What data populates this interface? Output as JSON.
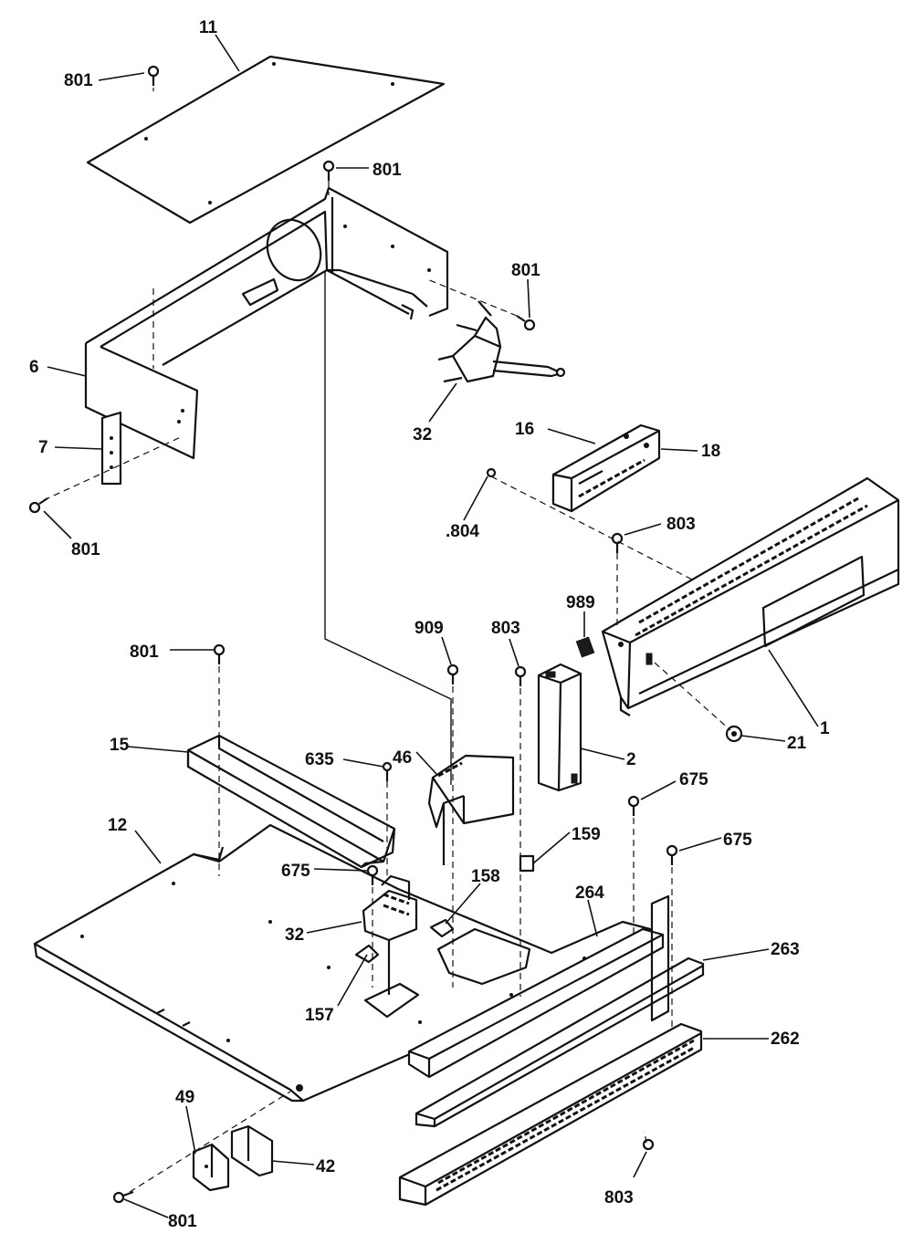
{
  "labels": {
    "c_801_a": "801",
    "c_11": "11",
    "c_801_b": "801",
    "c_801_c": "801",
    "c_6": "6",
    "c_32_a": "32",
    "c_7": "7",
    "c_16": "16",
    "c_18": "18",
    "c_801_d": "801",
    "c_804": ".804",
    "c_803_a": "803",
    "c_909": "909",
    "c_803_b": "803",
    "c_989": "989",
    "c_801_e": "801",
    "c_1": "1",
    "c_21": "21",
    "c_15": "15",
    "c_635": "635",
    "c_46": "46",
    "c_2": "2",
    "c_675_a": "675",
    "c_12": "12",
    "c_159": "159",
    "c_675_b": "675",
    "c_675_c": "675",
    "c_158": "158",
    "c_264": "264",
    "c_32_b": "32",
    "c_263": "263",
    "c_157": "157",
    "c_262": "262",
    "c_49": "49",
    "c_42": "42",
    "c_803_c": "803",
    "c_801_f": "801"
  }
}
